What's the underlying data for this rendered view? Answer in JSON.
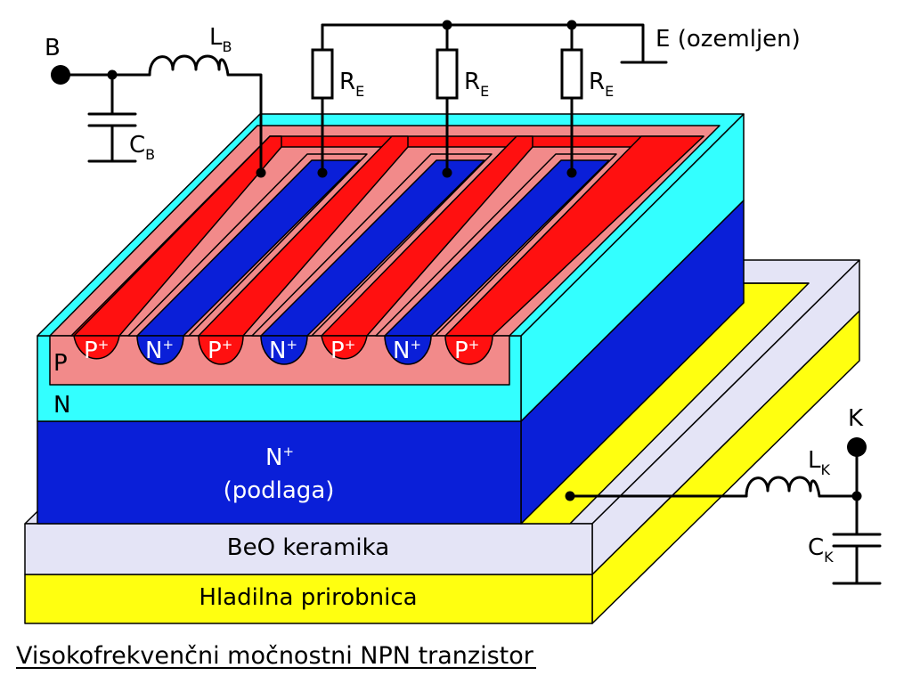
{
  "labels": {
    "base_terminal": "B",
    "base_inductor": "L",
    "base_inductor_sub": "B",
    "base_capacitor": "C",
    "base_capacitor_sub": "B",
    "emitter_terminal": "E (ozemljen)",
    "emitter_resistor": "R",
    "emitter_resistor_sub": "E",
    "collector_terminal": "K",
    "collector_inductor": "L",
    "collector_inductor_sub": "K",
    "collector_capacitor": "C",
    "collector_capacitor_sub": "K"
  },
  "regions": {
    "p_region": "P",
    "n_region": "N",
    "substrate_main": "N",
    "substrate_sup": "+",
    "substrate_note": "(podlaga)",
    "ceramic": "BeO keramika",
    "heatsink": "Hladilna prirobnica"
  },
  "fingers": [
    {
      "label": "P",
      "sup": "+",
      "type": "p"
    },
    {
      "label": "N",
      "sup": "+",
      "type": "n"
    },
    {
      "label": "P",
      "sup": "+",
      "type": "p"
    },
    {
      "label": "N",
      "sup": "+",
      "type": "n"
    },
    {
      "label": "P",
      "sup": "+",
      "type": "p"
    },
    {
      "label": "N",
      "sup": "+",
      "type": "n"
    },
    {
      "label": "P",
      "sup": "+",
      "type": "p"
    }
  ],
  "caption": "Visokofrekvenčni močnostni NPN tranzistor",
  "colors": {
    "cyan": "#33ffff",
    "blue": "#0a1fd8",
    "red": "#ff1010",
    "pink": "#f28a8a",
    "yellow": "#ffff10",
    "lavender": "#e4e4f6"
  }
}
